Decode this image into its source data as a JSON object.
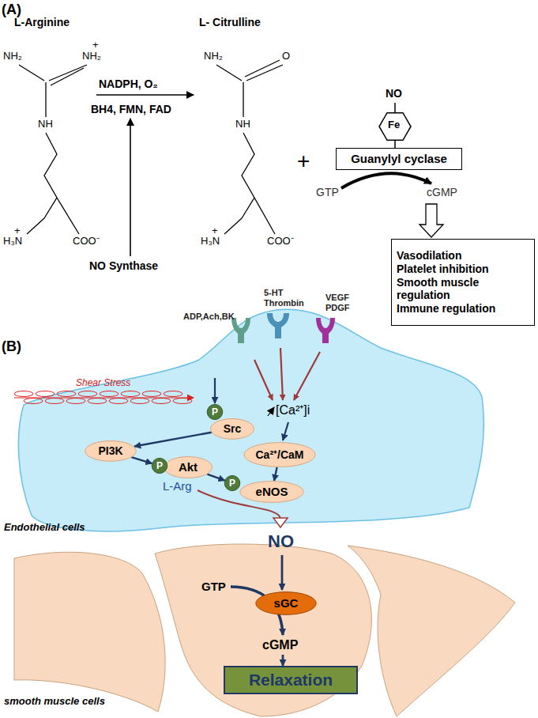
{
  "diagram": {
    "nodes": [
      {
        "text": [
          "Guanylyl cyclase"
        ]
      },
      {
        "text": [
          "Vasodilation",
          "Platelet inhibition",
          "Smooth muscle regulation",
          "Immune regulation"
        ]
      },
      {
        "text": [
          "Src"
        ]
      },
      {
        "text": [
          "P"
        ]
      },
      {
        "text": [
          "PI3K"
        ]
      },
      {
        "text": [
          "Akt"
        ]
      },
      {
        "text": [
          "P"
        ]
      },
      {
        "text": [
          "Ca²⁺/CaM"
        ]
      },
      {
        "text": [
          "eNOS"
        ]
      },
      {
        "text": [
          "P"
        ]
      },
      {
        "text": [
          "sGC"
        ]
      },
      {
        "text": [
          "Relaxation"
        ]
      }
    ],
    "edges": [
      {
        "from": 2,
        "to": 4,
        "arrow": "to"
      },
      {
        "from": 4,
        "to": 6,
        "arrow": "to"
      },
      {
        "from": 5,
        "to": 9,
        "arrow": "to"
      },
      {
        "from": 7,
        "to": 8,
        "arrow": "to"
      }
    ],
    "labels": [
      "(A)",
      "L-Arginine",
      "L- Citrulline",
      "NH₂",
      "+",
      "NH₂",
      "NH",
      "+",
      "H₃N",
      "COO⁻",
      "NADPH, O₂",
      "BH4, FMN, FAD",
      "NO Synthase",
      "NH₂",
      "O",
      "NH",
      "+",
      "H₃N",
      "COO⁻",
      "+",
      "NO",
      "Fe",
      "GTP",
      "cGMP",
      "(B)",
      "ADP,Ach,BK",
      "5-HT Thrombin",
      "VEGF PDGF",
      "Shear Stress",
      "[Ca²⁺]i",
      "L-Arg",
      "Endothelial cells",
      "NO",
      "GTP",
      "cGMP",
      "smooth muscle cells"
    ]
  }
}
